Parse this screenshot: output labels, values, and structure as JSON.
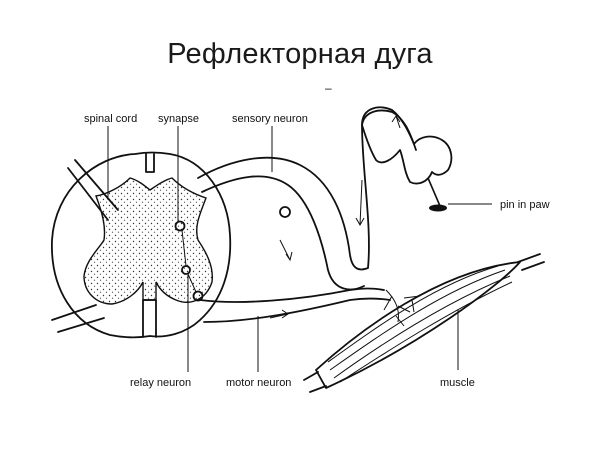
{
  "title": "Рефлекторная дуга",
  "subtitle_mark": "–",
  "labels": {
    "spinal_cord": "spinal cord",
    "synapse": "synapse",
    "sensory_neuron": "sensory neuron",
    "pin_in_paw": "pin in paw",
    "relay_neuron": "relay neuron",
    "motor_neuron": "motor neuron",
    "muscle": "muscle"
  }
}
